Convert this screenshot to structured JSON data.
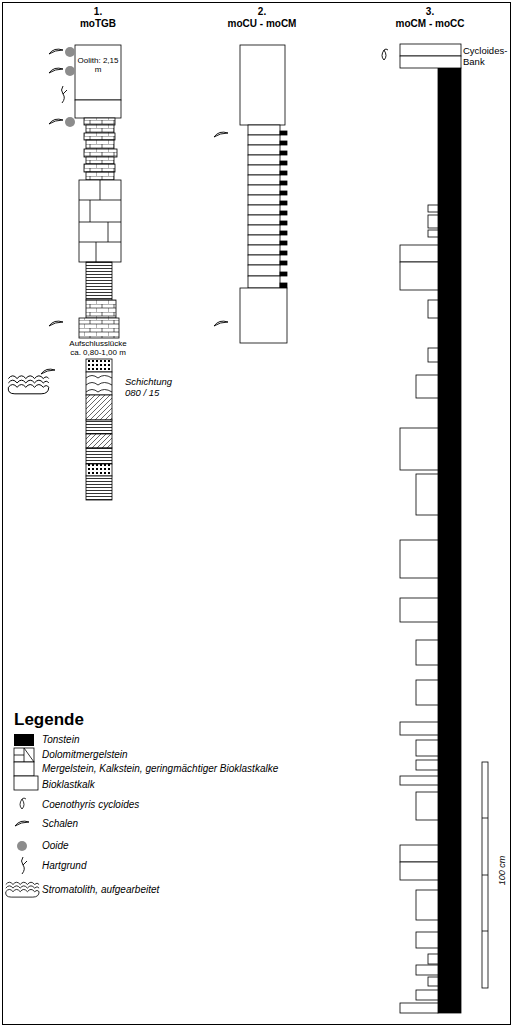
{
  "diagram": {
    "labels": [
      "1.",
      "moTGB",
      "2.",
      "moCU - moCM",
      "3.",
      "moCM - moCC",
      "Oolith: 2,15 m",
      "Aufschlusslücke ca. 0,80-1,00 m",
      "Schichtung 080 / 15",
      "Cycloides-Bank",
      "100 cm",
      "Legende"
    ],
    "legend": [
      {
        "text": "Tonstein",
        "color": "#000000"
      },
      {
        "text": "Dolomitmergelstein"
      },
      {
        "text": "Mergelstein, Kalkstein, geringmächtiger Bioklastkalke"
      },
      {
        "text": "Bioklastkalk"
      },
      {
        "text": "Coenothyris cycloides"
      },
      {
        "text": "Schalen"
      },
      {
        "text": "Ooide",
        "color": "#8c8c8c"
      },
      {
        "text": "Hartgrund"
      },
      {
        "text": "Stromatolith, aufgearbeitet"
      }
    ]
  }
}
